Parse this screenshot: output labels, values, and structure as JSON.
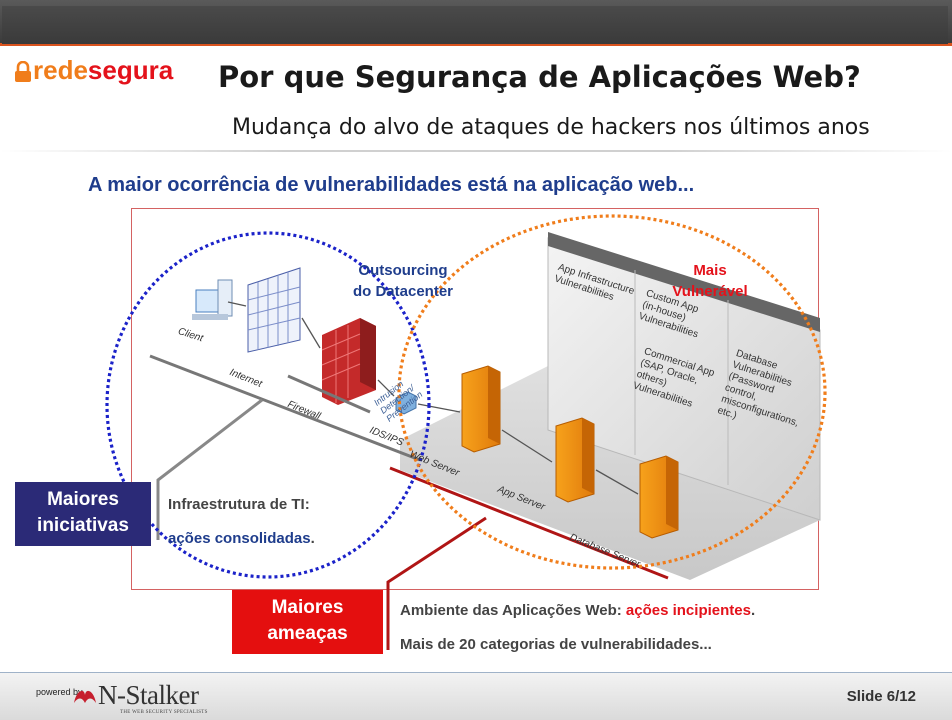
{
  "logo": {
    "part1": "rede",
    "part2": "segura"
  },
  "title": "Por que Segurança de Aplicações Web?",
  "subtitle": "Mudança do alvo de ataques de hackers nos últimos anos",
  "headline": "A maior ocorrência de vulnerabilidades está na aplicação web...",
  "diagram": {
    "outsourcing_line1": "Outsourcing",
    "outsourcing_line2": "do Datacenter",
    "mais_line1": "Mais",
    "mais_line2": "Vulnerável",
    "client": "Client",
    "internet": "Internet",
    "firewall": "Firewall",
    "ids_line1": "Intrusion",
    "ids_line2": "Detection/",
    "ids_line3": "Prevention",
    "ids_short": "IDS/IPS",
    "web_server": "Web Server",
    "app_server": "App Server",
    "database_server": "Database Server",
    "vuln_infra": [
      "App Infrastructure",
      "Vulnerabilities"
    ],
    "vuln_custom": [
      "Custom App",
      "(in-house)",
      "Vulnerabilities"
    ],
    "vuln_commercial": [
      "Commercial App",
      "(SAP, Oracle,",
      "others)",
      "Vulnerabilities"
    ],
    "vuln_database": [
      "Database",
      "Vulnerabilities",
      "(Password",
      "control,",
      "misconfigurations,",
      "etc.)"
    ]
  },
  "iniciativas": {
    "line1": "Maiores",
    "line2": "iniciativas"
  },
  "ameacas": {
    "line1": "Maiores",
    "line2": "ameaças"
  },
  "infra": {
    "line1": "Infraestrutura de TI:",
    "highlight": "ações consolidadas",
    "end": "."
  },
  "ambiente": {
    "lead": "Ambiente das Aplicações Web: ",
    "highlight": "ações incipientes",
    "end": ".",
    "line2": "Mais de 20 categorias de vulnerabilidades..."
  },
  "footer": {
    "powered_by": "powered by",
    "brand": "N-Stalker",
    "brand_sub": "THE WEB SECURITY SPECIALISTS",
    "slide_number": "Slide 6/12"
  },
  "colors": {
    "accent_orange": "#f07d1b",
    "accent_red": "#e4121b",
    "navy": "#2b2a77",
    "blue_text": "#1f3d8c"
  }
}
